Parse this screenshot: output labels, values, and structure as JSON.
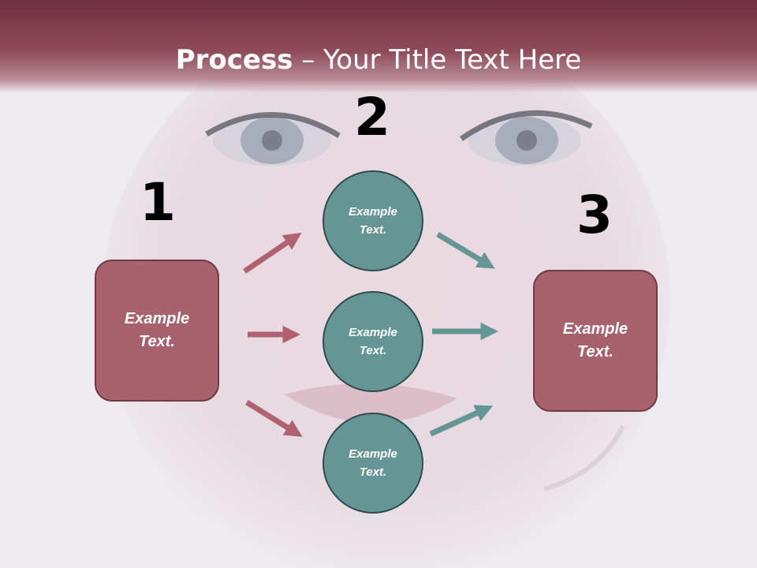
{
  "title": {
    "bold": "Process",
    "rest": " – Your Title Text Here"
  },
  "steps": {
    "one": "1",
    "two": "2",
    "three": "3"
  },
  "left_box": {
    "label": "Example\nText."
  },
  "right_box": {
    "label": "Example\nText."
  },
  "circles": [
    {
      "label": "Example\nText."
    },
    {
      "label": "Example\nText."
    },
    {
      "label": "Example\nText."
    }
  ],
  "colors": {
    "rose": "#a8626d",
    "teal": "#669595",
    "title_bar": "#8e4a5a"
  }
}
